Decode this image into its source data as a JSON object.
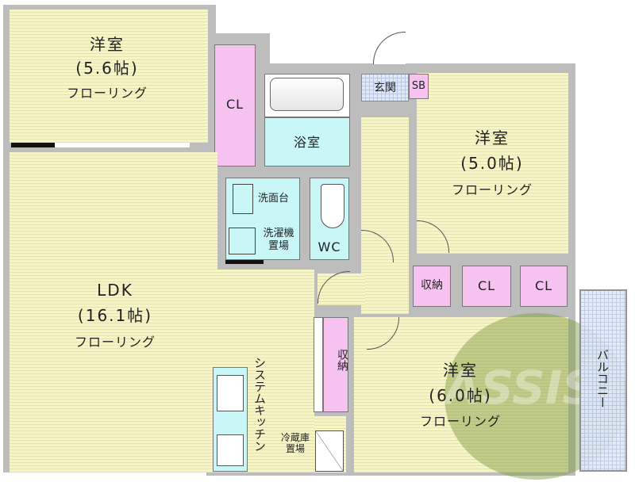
{
  "rooms": {
    "western_1": {
      "name": "洋室",
      "size": "(5.6帖)",
      "floor": "フローリング"
    },
    "western_2": {
      "name": "洋室",
      "size": "(5.0帖)",
      "floor": "フローリング"
    },
    "western_3": {
      "name": "洋室",
      "size": "(6.0帖)",
      "floor": "フローリング"
    },
    "ldk": {
      "name": "LDK",
      "size": "(16.1帖)",
      "floor": "フローリング"
    },
    "closet_1": "CL",
    "closet_2": "CL",
    "closet_3": "CL",
    "storage_1": "収納",
    "storage_2": "収納",
    "bath": "浴室",
    "washbasin": "洗面台",
    "washer": "洗濯機置場",
    "wc": "WC",
    "entrance": "玄関",
    "shoe_box": "SB",
    "kitchen": "システムキッチン",
    "fridge": "冷蔵庫置場",
    "balcony": "バルコニー"
  },
  "watermark": "ASSIST",
  "colors": {
    "floor": "#f7f4c6",
    "closet": "#f6c3f1",
    "wet_area": "#c9f6f6",
    "wall": "#bdbdbd",
    "watermark": "#7a9a3a"
  }
}
